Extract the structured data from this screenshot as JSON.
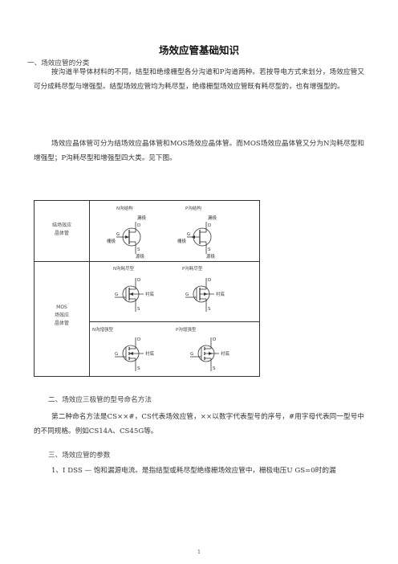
{
  "title": "场效应管基础知识",
  "sections": {
    "s1_heading": "一、场效应管的分类",
    "s1_p1": "按沟道半导体材料的不同，结型和绝缘栅型各分沟道和P沟道两种。若按导电方式来划分，场效应管又可分成耗尽型与增强型。结型场效应管均为耗尽型，绝缘栅型场效应管既有耗尽型的，也有增强型的。",
    "s1_p2": "场效应晶体管可分为结场效应晶体管和MOS场效应晶体管。而MOS场效应晶体管又分为N沟耗尽型和增强型；P沟耗尽型和增强型四大类。见下图。",
    "s2_heading": "二、场效应三极管的型号命名方法",
    "s2_p1": "第二种命名方法是CS××#，CS代表场效应管，××以数字代表型号的序号，#用字母代表同一型号中的不同规格。例如CS14A、CS45G等。",
    "s3_heading": "三、场效应管的参数",
    "s3_p1": "1、I DSS — 饱和漏源电流。是指结型或耗尽型绝缘栅场效应管中，栅极电压U GS=0时的漏"
  },
  "table": {
    "row1_label_line1": "结场效应",
    "row1_label_line2": "晶体管",
    "row2_label_line1": "MOS",
    "row2_label_line2": "场效应",
    "row2_label_line3": "晶体管",
    "jfet_n_title": "N沟结构",
    "jfet_p_title": "P沟结构",
    "dep_n_title": "N沟耗尽型",
    "dep_p_title": "P沟耗尽型",
    "enh_n_title": "N沟增强型",
    "enh_p_title": "P沟增强型",
    "drain_label": "漏极",
    "gate_label": "栅极",
    "source_label": "源极",
    "substrate_label": "衬底",
    "pin_d": "D",
    "pin_g": "G",
    "pin_s": "S"
  },
  "page_number": "1"
}
